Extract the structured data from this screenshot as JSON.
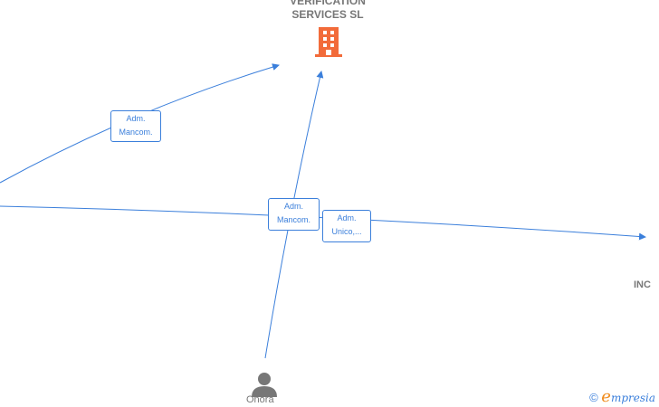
{
  "company": {
    "name_line1": "VERIFICATION",
    "name_line2": "SERVICES  SL",
    "icon": "building-icon",
    "color": "#f26b3a"
  },
  "edges": [
    {
      "label_line1": "Adm.",
      "label_line2": "Mancom."
    },
    {
      "label_line1": "Adm.",
      "label_line2": "Unico,..."
    },
    {
      "label_line1": "Adm.",
      "label_line2": "Mancom."
    }
  ],
  "nodes": {
    "person_label": "Oñora",
    "right_label": "INC"
  },
  "brand": {
    "copyright": "©",
    "e": "e",
    "rest": "mpresia"
  },
  "colors": {
    "edge": "#3b7fdb",
    "person": "#777777"
  }
}
